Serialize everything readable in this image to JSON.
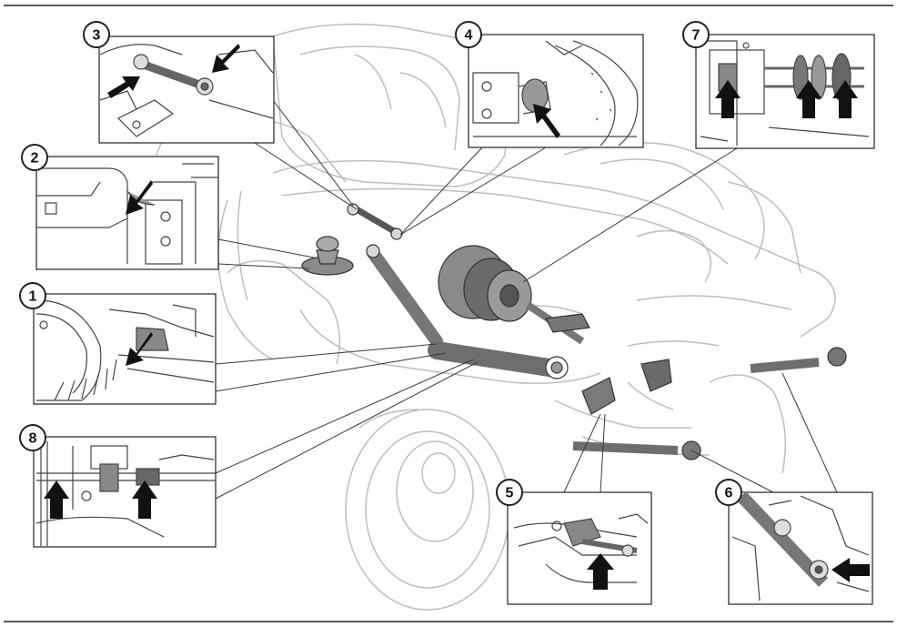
{
  "figure": {
    "background_machine": "grey-outline",
    "line_color": "#3a3a3a",
    "ghost_color": "#bdbdbd",
    "part_color": "#6e6e6e",
    "arrow_color": "#111111"
  },
  "callouts": [
    {
      "number": "1",
      "arrows": 1
    },
    {
      "number": "2",
      "arrows": 1
    },
    {
      "number": "3",
      "arrows": 2
    },
    {
      "number": "4",
      "arrows": 1
    },
    {
      "number": "5",
      "arrows": 1
    },
    {
      "number": "6",
      "arrows": 1
    },
    {
      "number": "7",
      "arrows": 3
    },
    {
      "number": "8",
      "arrows": 2
    }
  ]
}
